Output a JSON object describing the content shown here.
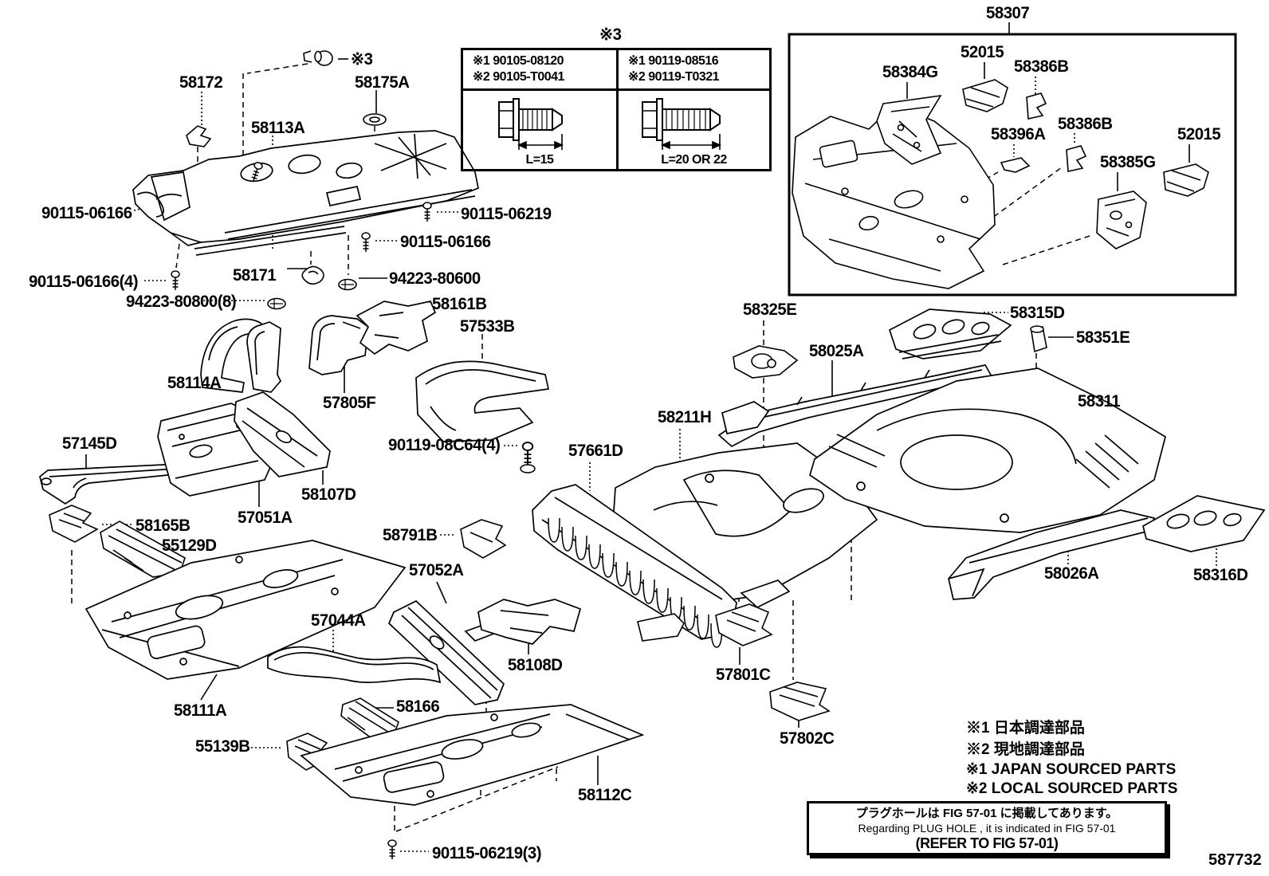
{
  "figure": {
    "number": "587732"
  },
  "callouts": {
    "x3_top": "※3",
    "n58172": "58172",
    "n58175a": "58175A",
    "n58113a": "58113A",
    "n90115_06166_a": "90115-06166",
    "n90115_06219": "90115-06219",
    "n90115_06166_b": "90115-06166",
    "n90115_06166_4": "90115-06166(4)",
    "n58171": "58171",
    "n94223_80600": "94223-80600",
    "n94223_80800_8": "94223-80800(8)",
    "n58161b": "58161B",
    "n57533b": "57533B",
    "n58114a": "58114A",
    "n57805f": "57805F",
    "n57145d": "57145D",
    "n90119_08c64_4": "90119-08C64(4)",
    "n58107d": "58107D",
    "n57051a": "57051A",
    "n58165b": "58165B",
    "n55129d": "55129D",
    "n58791b": "58791B",
    "n57052a": "57052A",
    "n57044a": "57044A",
    "n58111a": "58111A",
    "n55139b": "55139B",
    "n58166": "58166",
    "n58108d": "58108D",
    "n58112c": "58112C",
    "n90115_06219_3": "90115-06219(3)",
    "n57661d": "57661D",
    "n58211h": "58211H",
    "n57801c": "57801C",
    "n57802c": "57802C",
    "n58325e": "58325E",
    "n58025a": "58025A",
    "n58315d": "58315D",
    "n58351e": "58351E",
    "n58311": "58311",
    "n58026a": "58026A",
    "n58316d": "58316D",
    "n58307": "58307",
    "n52015_a": "52015",
    "n58386b_a": "58386B",
    "n58384g": "58384G",
    "n58396a": "58396A",
    "n58386b_b": "58386B",
    "n58385g": "58385G",
    "n52015_b": "52015"
  },
  "ref_table": {
    "marker": "※3",
    "left_row1": "※1 90105-08120",
    "left_row2": "※2 90105-T0041",
    "left_dim": "L=15",
    "right_row1": "※1 90119-08516",
    "right_row2": "※2 90119-T0321",
    "right_dim": "L=20 OR 22"
  },
  "legend": {
    "jp1": "※1  日本調達部品",
    "jp2": "※2  現地調達部品",
    "en1": "※1  JAPAN SOURCED PARTS",
    "en2": "※2  LOCAL SOURCED PARTS"
  },
  "note": {
    "line1_jp": "プラグホールは FIG 57-01 に掲載してあります。",
    "line2_en": "Regarding  PLUG  HOLE , it is indicated in FIG 57-01",
    "line3_ref": "(REFER TO FIG 57-01)"
  }
}
